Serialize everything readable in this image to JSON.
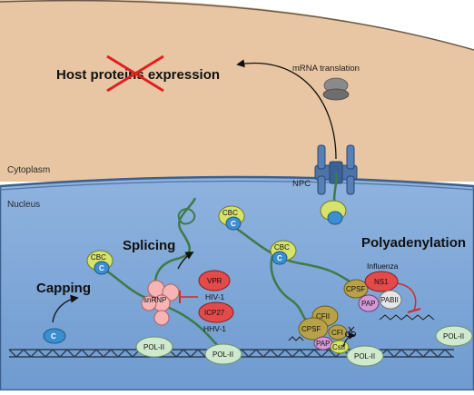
{
  "colors": {
    "cytoplasm": "#e8c6a3",
    "nucleus": "#6f9bd0",
    "nucleus_light": "#a9c4e6",
    "mrna": "#3f7a48",
    "cbc": "#d6e36a",
    "cap": "#3a8fd0",
    "pol": "#cfe9cf",
    "snrnp": "#f6b4b4",
    "viral": "#e34a4a",
    "cpsf": "#b7a24a",
    "pap": "#d49ad8",
    "inhibit": "#d12a2a"
  },
  "labels": {
    "host_expression": "Host proteins expression",
    "mrna_translation": "mRNA translation",
    "cytoplasm": "Cytoplasm",
    "nucleus": "Nucleus",
    "npc": "NPC",
    "splicing": "Splicing",
    "capping": "Capping",
    "polyadenylation": "Polyadenylation",
    "influenza": "Influenza",
    "hiv1": "HIV-1",
    "hhv1": "HHV-1"
  },
  "proteins": {
    "cbc": "CBC",
    "cap": "C",
    "pol2": "POL-II",
    "snrnp": "snRNP",
    "vpr": "VPR",
    "icp27": "ICP27",
    "ns1": "NS1",
    "cpsf": "CPSF",
    "pabii": "PABII",
    "pap": "PAP",
    "cfii": "CFII",
    "cfi": "CFI",
    "cstf": "Cstf"
  }
}
